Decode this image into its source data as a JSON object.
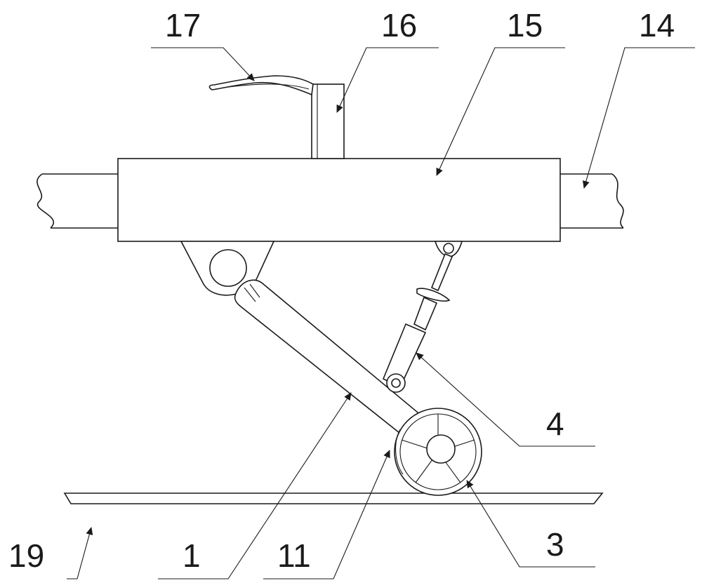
{
  "labels": {
    "l17": "17",
    "l16": "16",
    "l15": "15",
    "l14": "14",
    "l4": "4",
    "l3": "3",
    "l19": "19",
    "l1": "1",
    "l11": "11"
  },
  "colors": {
    "line": "#1a1a1a",
    "background": "#ffffff"
  }
}
